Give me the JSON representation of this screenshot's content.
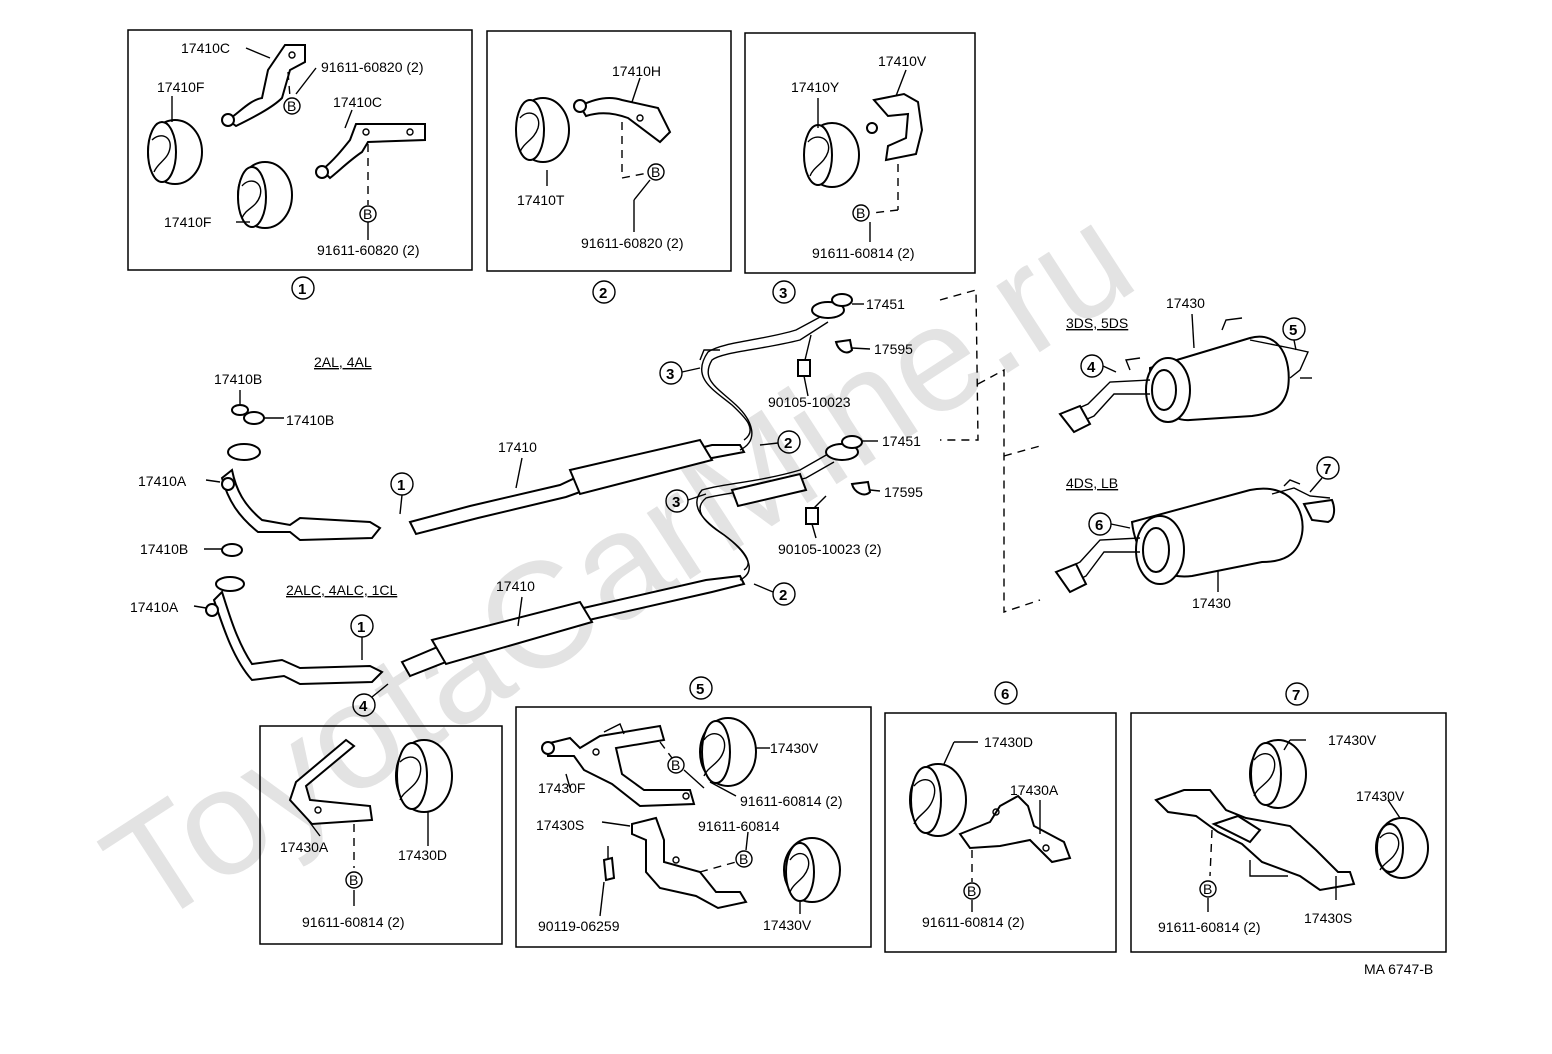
{
  "watermark": "ToyotaCarMine.ru",
  "drawing_code": "MA 6747-B",
  "circle_numbers": [
    "1",
    "2",
    "3",
    "4",
    "5",
    "6",
    "7"
  ],
  "bolt_symbol": "B",
  "variants": {
    "v1": "2AL, 4AL",
    "v2": "2ALC, 4ALC, 1CL",
    "v3": "3DS, 5DS",
    "v4": "4DS, LB"
  },
  "detail1": {
    "hanger_top": "17410C",
    "hanger_mid": "17410C",
    "cushion_top": "17410F",
    "cushion_bottom": "17410F",
    "bolt_top": "91611-60820 (2)",
    "bolt_bottom": "91611-60820 (2)"
  },
  "detail2": {
    "hanger": "17410H",
    "cushion": "17410T",
    "bolt": "91611-60820 (2)"
  },
  "detail3": {
    "hanger": "17410V",
    "cushion": "17410Y",
    "bolt": "91611-60814 (2)"
  },
  "main": {
    "gasket_b1": "17410B",
    "gasket_b2": "17410B",
    "gasket_b3": "17410B",
    "nut_a1": "17410A",
    "nut_a2": "17410A",
    "pipe1": "17410",
    "pipe2": "17410",
    "gasket_top": "17451",
    "gasket_mid": "17451",
    "spring_top": "17595",
    "spring_mid": "17595",
    "bolt_top": "90105-10023",
    "bolt_mid": "90105-10023 (2)",
    "muffler_top": "17430",
    "muffler_bottom": "17430"
  },
  "detail4": {
    "hanger": "17430A",
    "cushion": "17430D",
    "bolt": "91611-60814 (2)"
  },
  "detail5": {
    "hanger_f": "17430F",
    "cushion_v1": "17430V",
    "bolt1": "91611-60814 (2)",
    "bolt2": "91611-60814",
    "hanger_s": "17430S",
    "screw": "90119-06259",
    "cushion_v2": "17430V"
  },
  "detail6": {
    "cushion": "17430D",
    "hanger": "17430A",
    "bolt": "91611-60814 (2)"
  },
  "detail7": {
    "cushion_v1": "17430V",
    "cushion_v2": "17430V",
    "hanger_s": "17430S",
    "bolt": "91611-60814 (2)"
  }
}
